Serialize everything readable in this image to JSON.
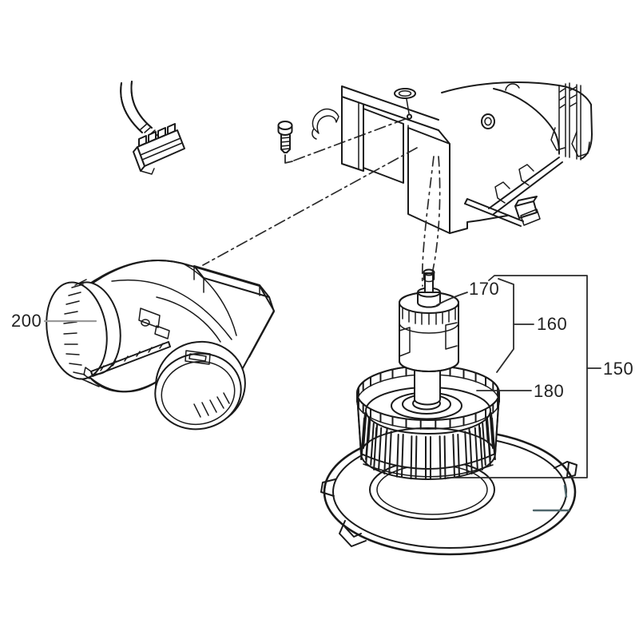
{
  "diagram": {
    "background": "#ffffff",
    "ink_color": "#1a1a1a",
    "label_color": "#222222",
    "grey_leader_color": "#9a9a9a",
    "artifact_mark_color": "#4f666b",
    "labels": {
      "duct": "200",
      "shaft_tip": "170",
      "motor": "160",
      "blower_assembly": "150",
      "fan_wheel": "180"
    },
    "icons": {
      "wire_connector": "wire-connector-drawing",
      "mounting_screw": "screw-drawing",
      "blower_housing": "blower-housing-drawing",
      "air_duct": "air-duct-elbow-drawing",
      "motor": "motor-drawing",
      "fan_wheel": "fan-wheel-drawing",
      "mounting_ring": "mounting-ring-plate-drawing"
    }
  }
}
